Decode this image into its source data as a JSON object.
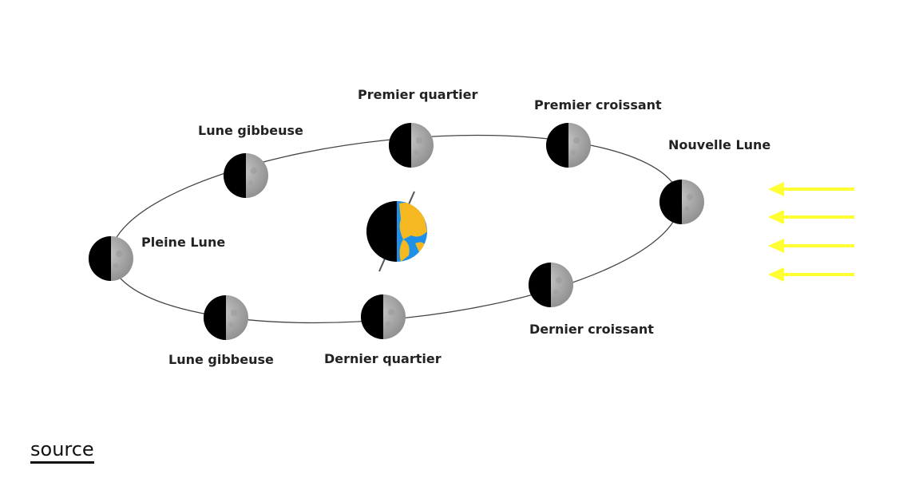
{
  "diagram": {
    "labels": {
      "premier_quartier": "Premier quartier",
      "premier_croissant": "Premier croissant",
      "nouvelle_lune": "Nouvelle Lune",
      "dernier_croissant": "Dernier croissant",
      "dernier_quartier": "Dernier quartier",
      "lune_gibbeuse_bottom": "Lune gibbeuse",
      "pleine_lune": "Pleine Lune",
      "lune_gibbeuse_top": "Lune gibbeuse"
    },
    "colors": {
      "sunlight": "#ffff33",
      "moon_lit": "#a8a8a8",
      "moon_dark": "#000000",
      "ocean": "#1e90e8",
      "land": "#f5b820"
    }
  },
  "footer": {
    "source_link": "source"
  }
}
